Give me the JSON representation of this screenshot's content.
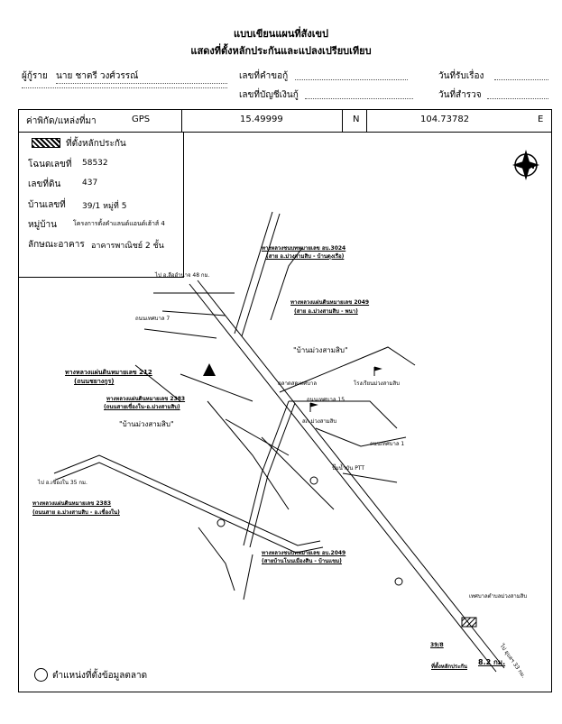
{
  "header": {
    "title1": "แบบเขียนแผนที่สังเขป",
    "title2": "แสดงที่ตั้งหลักประกันและแปลงเปรียบเทียบ"
  },
  "form": {
    "borrower_label": "ผู้กู้ราย",
    "borrower_value": "นาย ชาตรี วงศ์วรรณ์",
    "request_no_label": "เลขที่คำขอกู้",
    "account_no_label": "เลขที่บัญชีเงินกู้",
    "received_date_label": "วันที่รับเรื่อง",
    "survey_date_label": "วันที่สำรวจ"
  },
  "coords": {
    "label": "ค่าพิกัด/แหล่งที่มา",
    "source": "GPS",
    "latitude": "15.49999",
    "lat_dir": "N",
    "longitude": "104.73782",
    "lon_dir": "E"
  },
  "info": {
    "legend_label": "ที่ตั้งหลักประกัน",
    "deed_label": "โฉนดเลขที่",
    "deed_value": "58532",
    "land_no_label": "เลขที่ดิน",
    "land_no_value": "437",
    "house_no_label": "บ้านเลขที่",
    "house_no_value": "39/1 หมู่ที่ 5",
    "village_label": "หมู่บ้าน",
    "village_value": "โครงการตั้งคำแลนด์แอนด์เฮ้าส์ 4",
    "building_label": "ลักษณะอาคาร",
    "building_value": "อาคารพาณิชย์ 2 ชั้น"
  },
  "map": {
    "north": "N",
    "labels": {
      "hwy_3024": "ทางหลวงชนบทหมายเลข อบ.3024",
      "hwy_3024_sub": "(สาย อ.ม่วงสามสิบ - บ้านดุงเรือ)",
      "to_amnat": "ไป อ.ลืออำนาจ 48 กม.",
      "hwy_2049_a": "ทางหลวงแผ่นดินหมายเลข 2049",
      "hwy_2049_a_sub": "(สาย อ.ม่วงสามสิบ - พนา)",
      "village_center": "\"บ้านม่วงสามสิบ\"",
      "hwy_212": "ทางหลวงแผ่นดินหมายเลข 212",
      "hwy_212_sub": "(ถนนชยางกูร)",
      "hwy_2383_a": "ทางหลวงแผ่นดินหมายเลข 2383",
      "hwy_2383_a_sub": "(ถนนสายเขื่องใน-อ.ม่วงสามสิบ)",
      "village_left": "\"บ้านม่วงสามสิบ\"",
      "hwy_2383_b": "ทางหลวงแผ่นดินหมายเลข 2383",
      "hwy_2383_b_sub": "(ถนนสาย อ.ม่วงสามสิบ - อ.เขื่องใน)",
      "to_khueangnai": "ไป อ.เขื่องใน 35 กม.",
      "hwy_2049_b": "ทางหลวงชนบทหมายเลข อบ.2049",
      "hwy_2049_b_sub": "(สายบ้านโนนเมืองสิน - บ้านแขม)",
      "ptt": "ปั๊มน้ำมัน PTT",
      "school": "โรงเรียนม่วงสามสิบ",
      "collateral_no": "39/8",
      "collateral": "ที่ตั้งหลักประกัน",
      "to_ubon": "ไป อุบลฯ 33 กม.",
      "km": "8.2 กม.",
      "municipal": "เทศบาลตำบลม่วงสามสิบ",
      "road_7": "ถนนเทศบาล 7",
      "road_15": "ถนนเทศบาล 15",
      "road_1": "ถนนเทศบาล 1",
      "police": "สภ.ม่วงสามสิบ",
      "market": "ตลาดสดเทศบาล",
      "footer_legend": "ตำแหน่งที่ตั้งข้อมูลตลาด"
    }
  }
}
